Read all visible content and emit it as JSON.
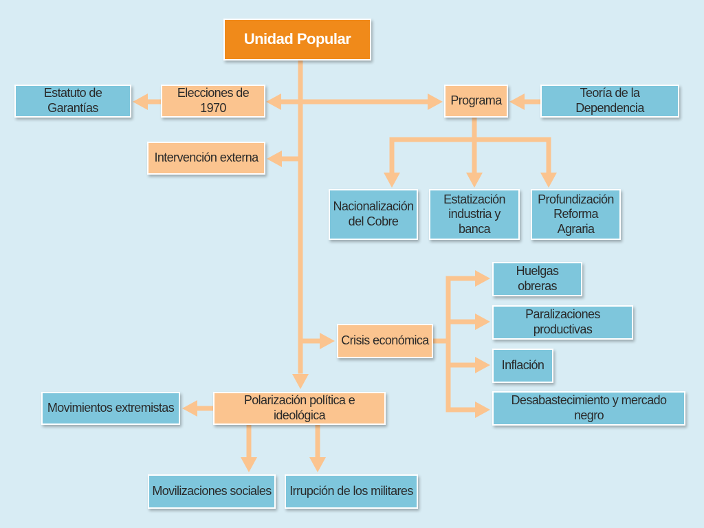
{
  "diagram": {
    "colors": {
      "background": "#d8ecf4",
      "connector": "#fbc48f",
      "root_fill": "#f08a1a",
      "orange_fill": "#fbc48f",
      "blue_fill": "#7ec6dc"
    },
    "root": "Unidad Popular",
    "elecciones": "Elecciones de 1970",
    "estatuto": "Estatuto de Garantías",
    "programa": "Programa",
    "teoria": "Teoría de la Dependencia",
    "intervencion": "Intervención externa",
    "nacionalizacion": "Nacionalización\ndel Cobre",
    "estatizacion": "Estatización\nindustria y banca",
    "profundizacion": "Profundización\nReforma Agraria",
    "huelgas": "Huelgas obreras",
    "paralizaciones": "Paralizaciones productivas",
    "inflacion": "Inflación",
    "desabastecimiento": "Desabastecimiento y mercado negro",
    "crisis": "Crisis económica",
    "polarizacion": "Polarización política e ideológica",
    "movimientos": "Movimientos extremistas",
    "movilizaciones": "Movilizaciones sociales",
    "irrupcion": "Irrupción de los militares"
  }
}
